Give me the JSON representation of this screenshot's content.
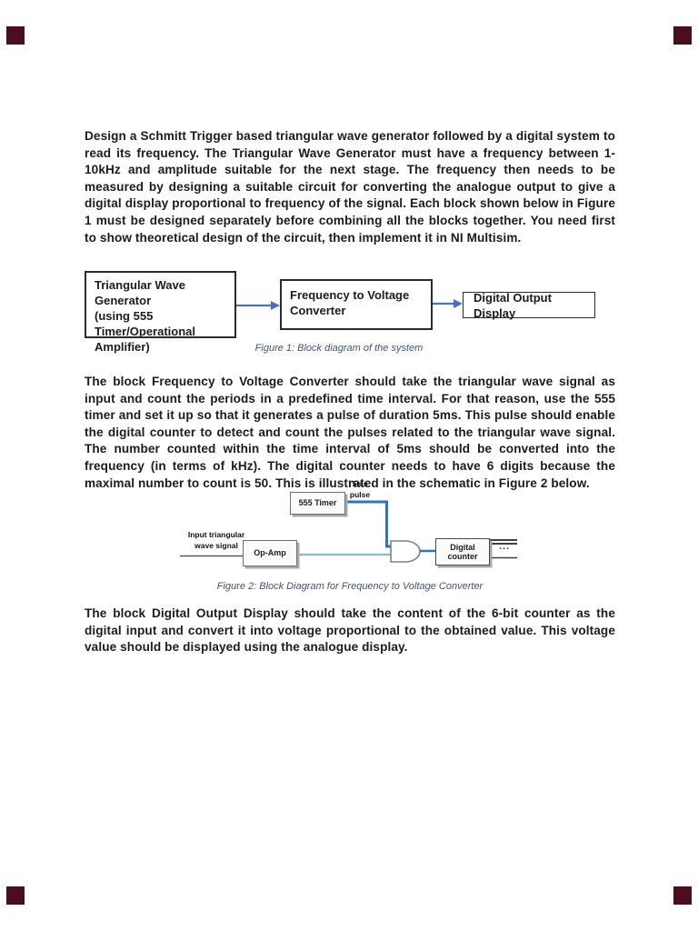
{
  "document": {
    "paragraphs": {
      "p1": "Design a Schmitt Trigger based triangular wave generator followed by a digital system to read its frequency. The Triangular Wave Generator must have a frequency between 1-10kHz and amplitude suitable for the next stage. The frequency then needs to be measured by designing a suitable circuit for converting the analogue output to give a digital display proportional to frequency of the signal. Each block shown below in Figure 1 must be designed separately before combining all the blocks together. You need first to show theoretical design of the circuit, then implement it in NI Multisim.",
      "p2": "The block Frequency to Voltage Converter should take the triangular wave signal as input and count the periods in a predefined time interval. For that reason, use the 555 timer and set it up so that it generates a pulse of duration 5ms. This pulse should enable the digital counter to detect and count the pulses related to the triangular wave signal. The number counted within the time interval of 5ms should be converted into the frequency (in terms of kHz). The digital counter needs to have 6 digits because the maximal number to count is 50. This is illustrated in the schematic in Figure 2 below.",
      "p3": "The block Digital Output Display should take the content of the 6-bit counter as the digital input and convert it into voltage proportional to the obtained value. This voltage value should be displayed using the analogue display."
    }
  },
  "figure1": {
    "box1_lines": [
      "Triangular Wave Generator",
      "(using 555",
      "Timer/Operational",
      "Amplifier)"
    ],
    "box2_lines": [
      "Frequency to Voltage",
      "Converter"
    ],
    "box3_label": "Digital Output Display",
    "caption": "Figure 1: Block diagram of the system"
  },
  "figure2": {
    "pulse_lines": [
      "5ms",
      "pulse"
    ],
    "timer_label": "555 Timer",
    "input_lines": [
      "Input triangular",
      "wave signal"
    ],
    "opamp_label": "Op-Amp",
    "counter_lines": [
      "Digital",
      "counter"
    ],
    "bus_ellipsis": "...",
    "caption": "Figure 2: Block Diagram for Frequency to Voltage Converter"
  },
  "colors": {
    "arrow_blue": "#4472C4",
    "signal_blue": "#2E75B6",
    "light_signal_blue": "#8FBADC",
    "caption_color": "#44546A",
    "corner_marker": "#4A0E1F"
  }
}
